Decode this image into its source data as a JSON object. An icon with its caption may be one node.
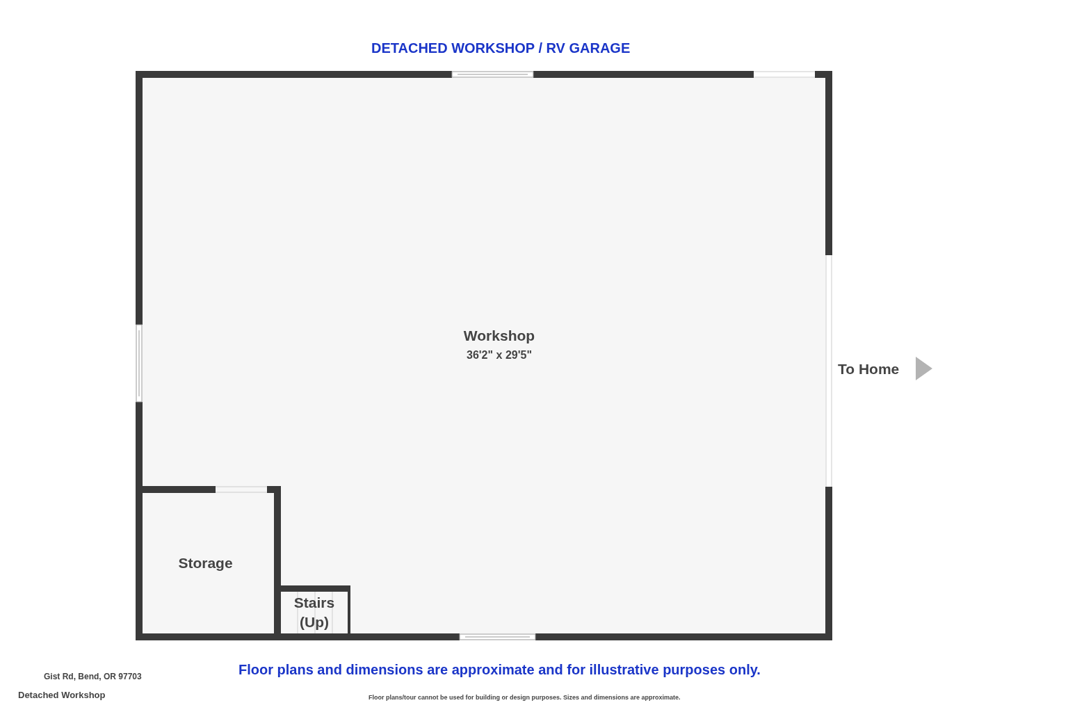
{
  "diagram": {
    "title": "DETACHED WORKSHOP / RV GARAGE",
    "nodes": [
      {
        "text": [
          "Workshop",
          "36'2\" x 29'5\""
        ]
      },
      {
        "text": [
          "Storage"
        ],
        "in": 0
      },
      {
        "text": [
          "Stairs (Up)"
        ],
        "in": 0
      }
    ],
    "labels": [
      "To Home",
      "Floor plans and dimensions are approximate and for illustrative purposes only.",
      "Gist Rd, Bend, OR 97703",
      "Detached Workshop",
      "Floor plans/tour cannot be used for building or design purposes. Sizes and dimensions are approximate."
    ]
  }
}
